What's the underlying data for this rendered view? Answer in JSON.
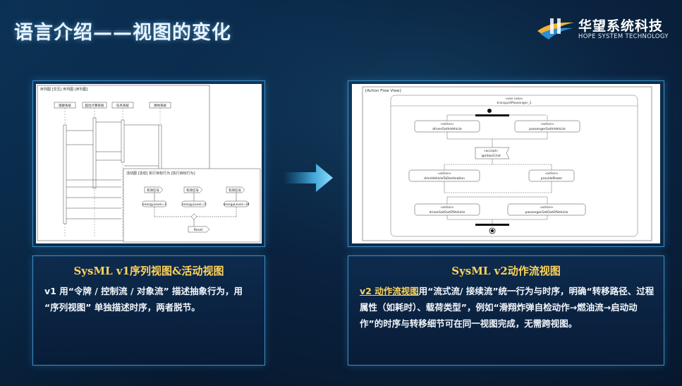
{
  "slide": {
    "title": "语言介绍——视图的变化"
  },
  "logo": {
    "cn": "华望系统科技",
    "en": "HOPE SYSTEM TECHNOLOGY"
  },
  "left": {
    "heading": "SysML v1序列视图&活动视图",
    "body": "v1 用“令牌 / 控制流 / 对象流” 描述抽象行为，用 “序列视图” 单独描述时序，两者脱节。",
    "diagram": {
      "seq_title": "序列图 [交互] 序列图 [序列图]",
      "lifelines": [
        "观察系统",
        "超位计算系统",
        "任务系统",
        "弹体系统"
      ],
      "act_title": "活动图 [活动] 执行目标行为 [执行目标行为]",
      "act_signals": [
        "有效信号",
        "有效信号",
        "有效信号"
      ],
      "act_nodes": [
        "energyLevel=1",
        "energyLevel=5",
        "energyLevel=10"
      ],
      "act_final": "Reset"
    }
  },
  "right": {
    "heading": "SysML v2动作流视图",
    "highlight": "v2 动作流视图",
    "body": "用“流式流/ 接续流”统一行为与时序，明确“转移路径、过程属性（如耗时）、载荷类型”，例如“滑翔炸弹自检动作→燃油流→启动动作”的时序与转移细节可在同一视图完成，无需跨视图。",
    "diagram": {
      "view_title": "[Action Flow View]",
      "frame_kind": "«use case»",
      "frame_name": "transportPassenger_1",
      "nodes": [
        {
          "kind": "«action»",
          "name": "driverGetInVehicle"
        },
        {
          "kind": "«action»",
          "name": "passengerGetInVehicle"
        },
        {
          "kind": "«accept»",
          "name": "ignitionCmd"
        },
        {
          "kind": "«action»",
          "name": "driveVehicleToDestination"
        },
        {
          "kind": "«action»",
          "name": "providePower"
        },
        {
          "kind": "«action»",
          "name": "driverGetOutOfVehicle"
        },
        {
          "kind": "«action»",
          "name": "passengerGetOutOfVehicle"
        }
      ]
    }
  },
  "colors": {
    "accent": "#ffd35a",
    "panel_border": "#3f8fc7"
  }
}
